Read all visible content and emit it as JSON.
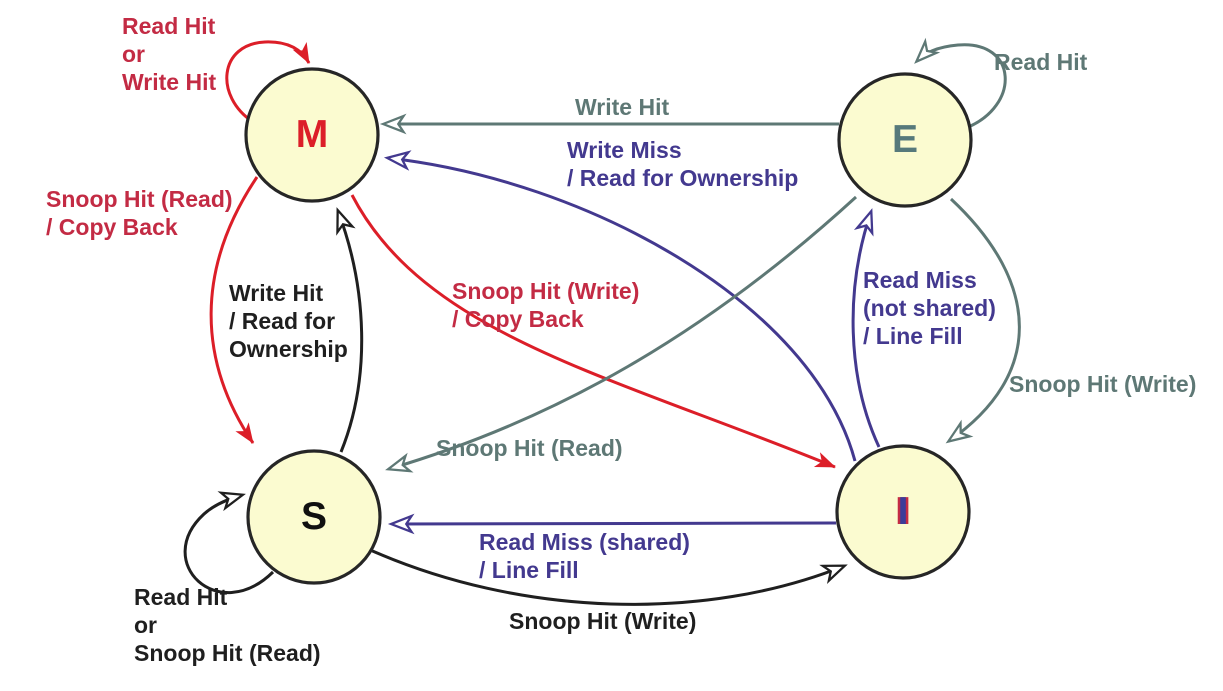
{
  "diagram": {
    "kind": "state-machine",
    "states": {
      "M": "M",
      "E": "E",
      "S": "S",
      "I": "I"
    },
    "transitions": [
      {
        "from": "M",
        "to": "M",
        "label": "Read Hit\nor\nWrite Hit",
        "color": "red"
      },
      {
        "from": "M",
        "to": "S",
        "label": "Snoop Hit (Read)\n/ Copy Back",
        "color": "red"
      },
      {
        "from": "M",
        "to": "I",
        "label": "Snoop Hit (Write)\n/ Copy Back",
        "color": "red"
      },
      {
        "from": "E",
        "to": "E",
        "label": "Read Hit",
        "color": "gray"
      },
      {
        "from": "E",
        "to": "M",
        "label": "Write Hit",
        "color": "gray"
      },
      {
        "from": "E",
        "to": "S",
        "label": "Snoop Hit (Read)",
        "color": "gray"
      },
      {
        "from": "E",
        "to": "I",
        "label": "Snoop Hit (Write)",
        "color": "gray"
      },
      {
        "from": "S",
        "to": "S",
        "label": "Read Hit\nor\nSnoop Hit (Read)",
        "color": "black"
      },
      {
        "from": "S",
        "to": "M",
        "label": "Write Hit\n/ Read for\nOwnership",
        "color": "black"
      },
      {
        "from": "S",
        "to": "I",
        "label": "Snoop Hit (Write)",
        "color": "black"
      },
      {
        "from": "I",
        "to": "M",
        "label": "Write Miss\n/ Read for Ownership",
        "color": "purple"
      },
      {
        "from": "I",
        "to": "E",
        "label": "Read Miss\n(not shared)\n/ Line Fill",
        "color": "purple"
      },
      {
        "from": "I",
        "to": "S",
        "label": "Read Miss (shared)\n/ Line Fill",
        "color": "purple"
      }
    ]
  },
  "colors": {
    "red": "#dc1e28",
    "red_text": "#c32b44",
    "gray": "#5e7875",
    "gray_letter": "#56797b",
    "purple": "#43398f",
    "black": "#1f1f1f",
    "s_letter": "#101010",
    "i_letter": "#3c3c99",
    "node_fill": "#fbfbd0",
    "node_border": "#262626"
  }
}
